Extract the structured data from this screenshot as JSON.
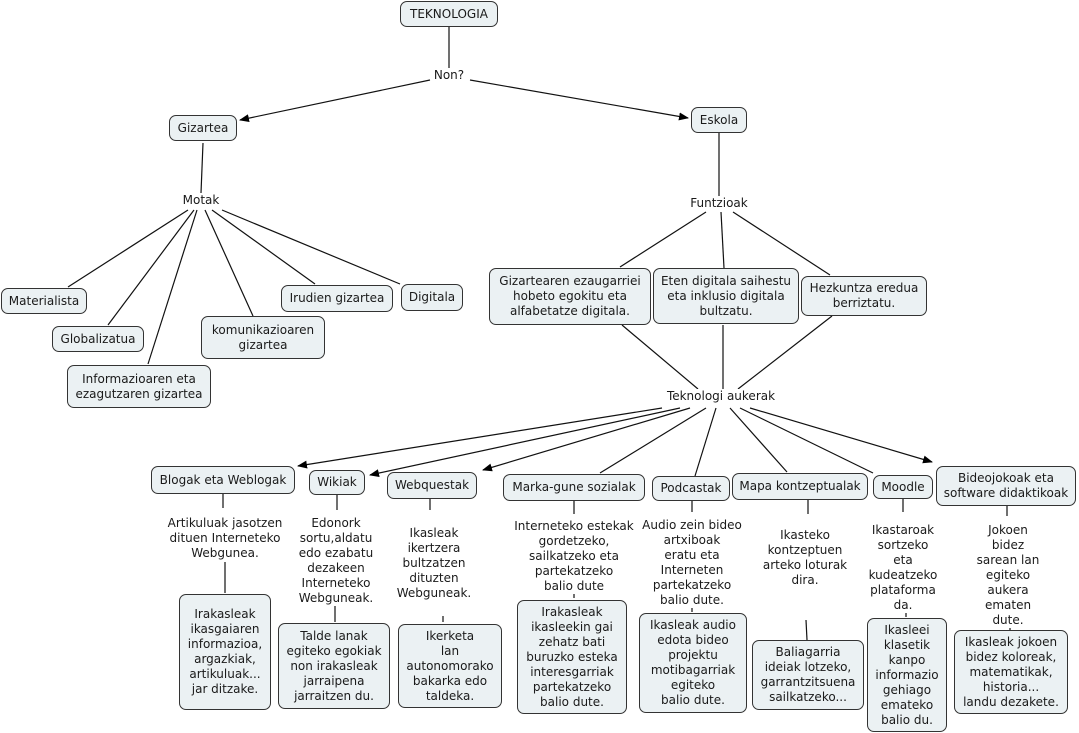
{
  "root": "TEKNOLOGIA",
  "link_non": "Non?",
  "gizartea": "Gizartea",
  "eskola": "Eskola",
  "link_motak": "Motak",
  "link_funtzioak": "Funtzioak",
  "motak": [
    "Materialista",
    "Globalizatua",
    "Informazioaren eta\nezagutzaren gizartea",
    "komunikazioaren\ngizartea",
    "Irudien gizartea",
    "Digitala"
  ],
  "funtzioak": [
    "Gizartearen ezaugarriei\nhobeto egokitu eta\nalfabetatze digitala.",
    "Eten digitala saihestu\neta inklusio digitala\nbultzatu.",
    "Hezkuntza eredua\nberriztatu."
  ],
  "link_teknologi": "Teknologi aukerak",
  "tools": [
    {
      "name": "Blogak eta Weblogak",
      "desc": "Artikuluak jasotzen\ndituen Interneteko\nWebgunea.",
      "use": "Irakasleak\nikasgaiaren\ninformazioa,\nargazkiak,\nartikuluak...\njar ditzake."
    },
    {
      "name": "Wikiak",
      "desc": "Edonork\nsortu,aldatu\nedo ezabatu\ndezakeen\nInterneteko\nWebguneak.",
      "use": "Talde lanak\negiteko egokiak\nnon irakasleak\njarraipena\njarraitzen du."
    },
    {
      "name": "Webquestak",
      "desc": "Ikasleak\nikertzera\nbultzatzen\ndituzten\nWebguneak.",
      "use": "Ikerketa\nlan\nautonomorako\nbakarka edo\ntaldeka."
    },
    {
      "name": "Marka-gune sozialak",
      "desc": "Interneteko estekak\ngordetzeko,\nsailkatzeko eta\npartekatzeko\nbalio dute",
      "use": "Irakasleak\nikasleekin gai\nzehatz bati\nburuzko esteka\ninteresgarriak\npartekatzeko\nbalio dute."
    },
    {
      "name": "Podcastak",
      "desc": "Audio zein bideo\nartxiboak\neratu eta\nInterneten\npartekatzeko\nbalio dute.",
      "use": "Ikasleak audio\nedota bideo\nprojektu\nmotibagarriak\negiteko\nbalio dute."
    },
    {
      "name": "Mapa kontzeptualak",
      "desc": "Ikasteko\nkontzeptuen\narteko loturak\ndira.",
      "use": "Baliagarria\nideiak lotzeko,\ngarrantzitsuena\nsailkatzeko..."
    },
    {
      "name": "Moodle",
      "desc": "Ikastaroak\nsortzeko\neta\nkudeatzeko\nplataforma\nda.",
      "use": "Ikasleei\nklasetik\nkanpo\ninformazio\ngehiago\nemateko\nbalio du."
    },
    {
      "name": "Bideojokoak eta\nsoftware didaktikoak",
      "desc": "Jokoen bidez\nsarean lan\negiteko\naukera\nematen dute.",
      "use": "Ikasleak jokoen\nbidez koloreak,\nmatematikak,\nhistoria...\nlandu dezakete."
    }
  ]
}
